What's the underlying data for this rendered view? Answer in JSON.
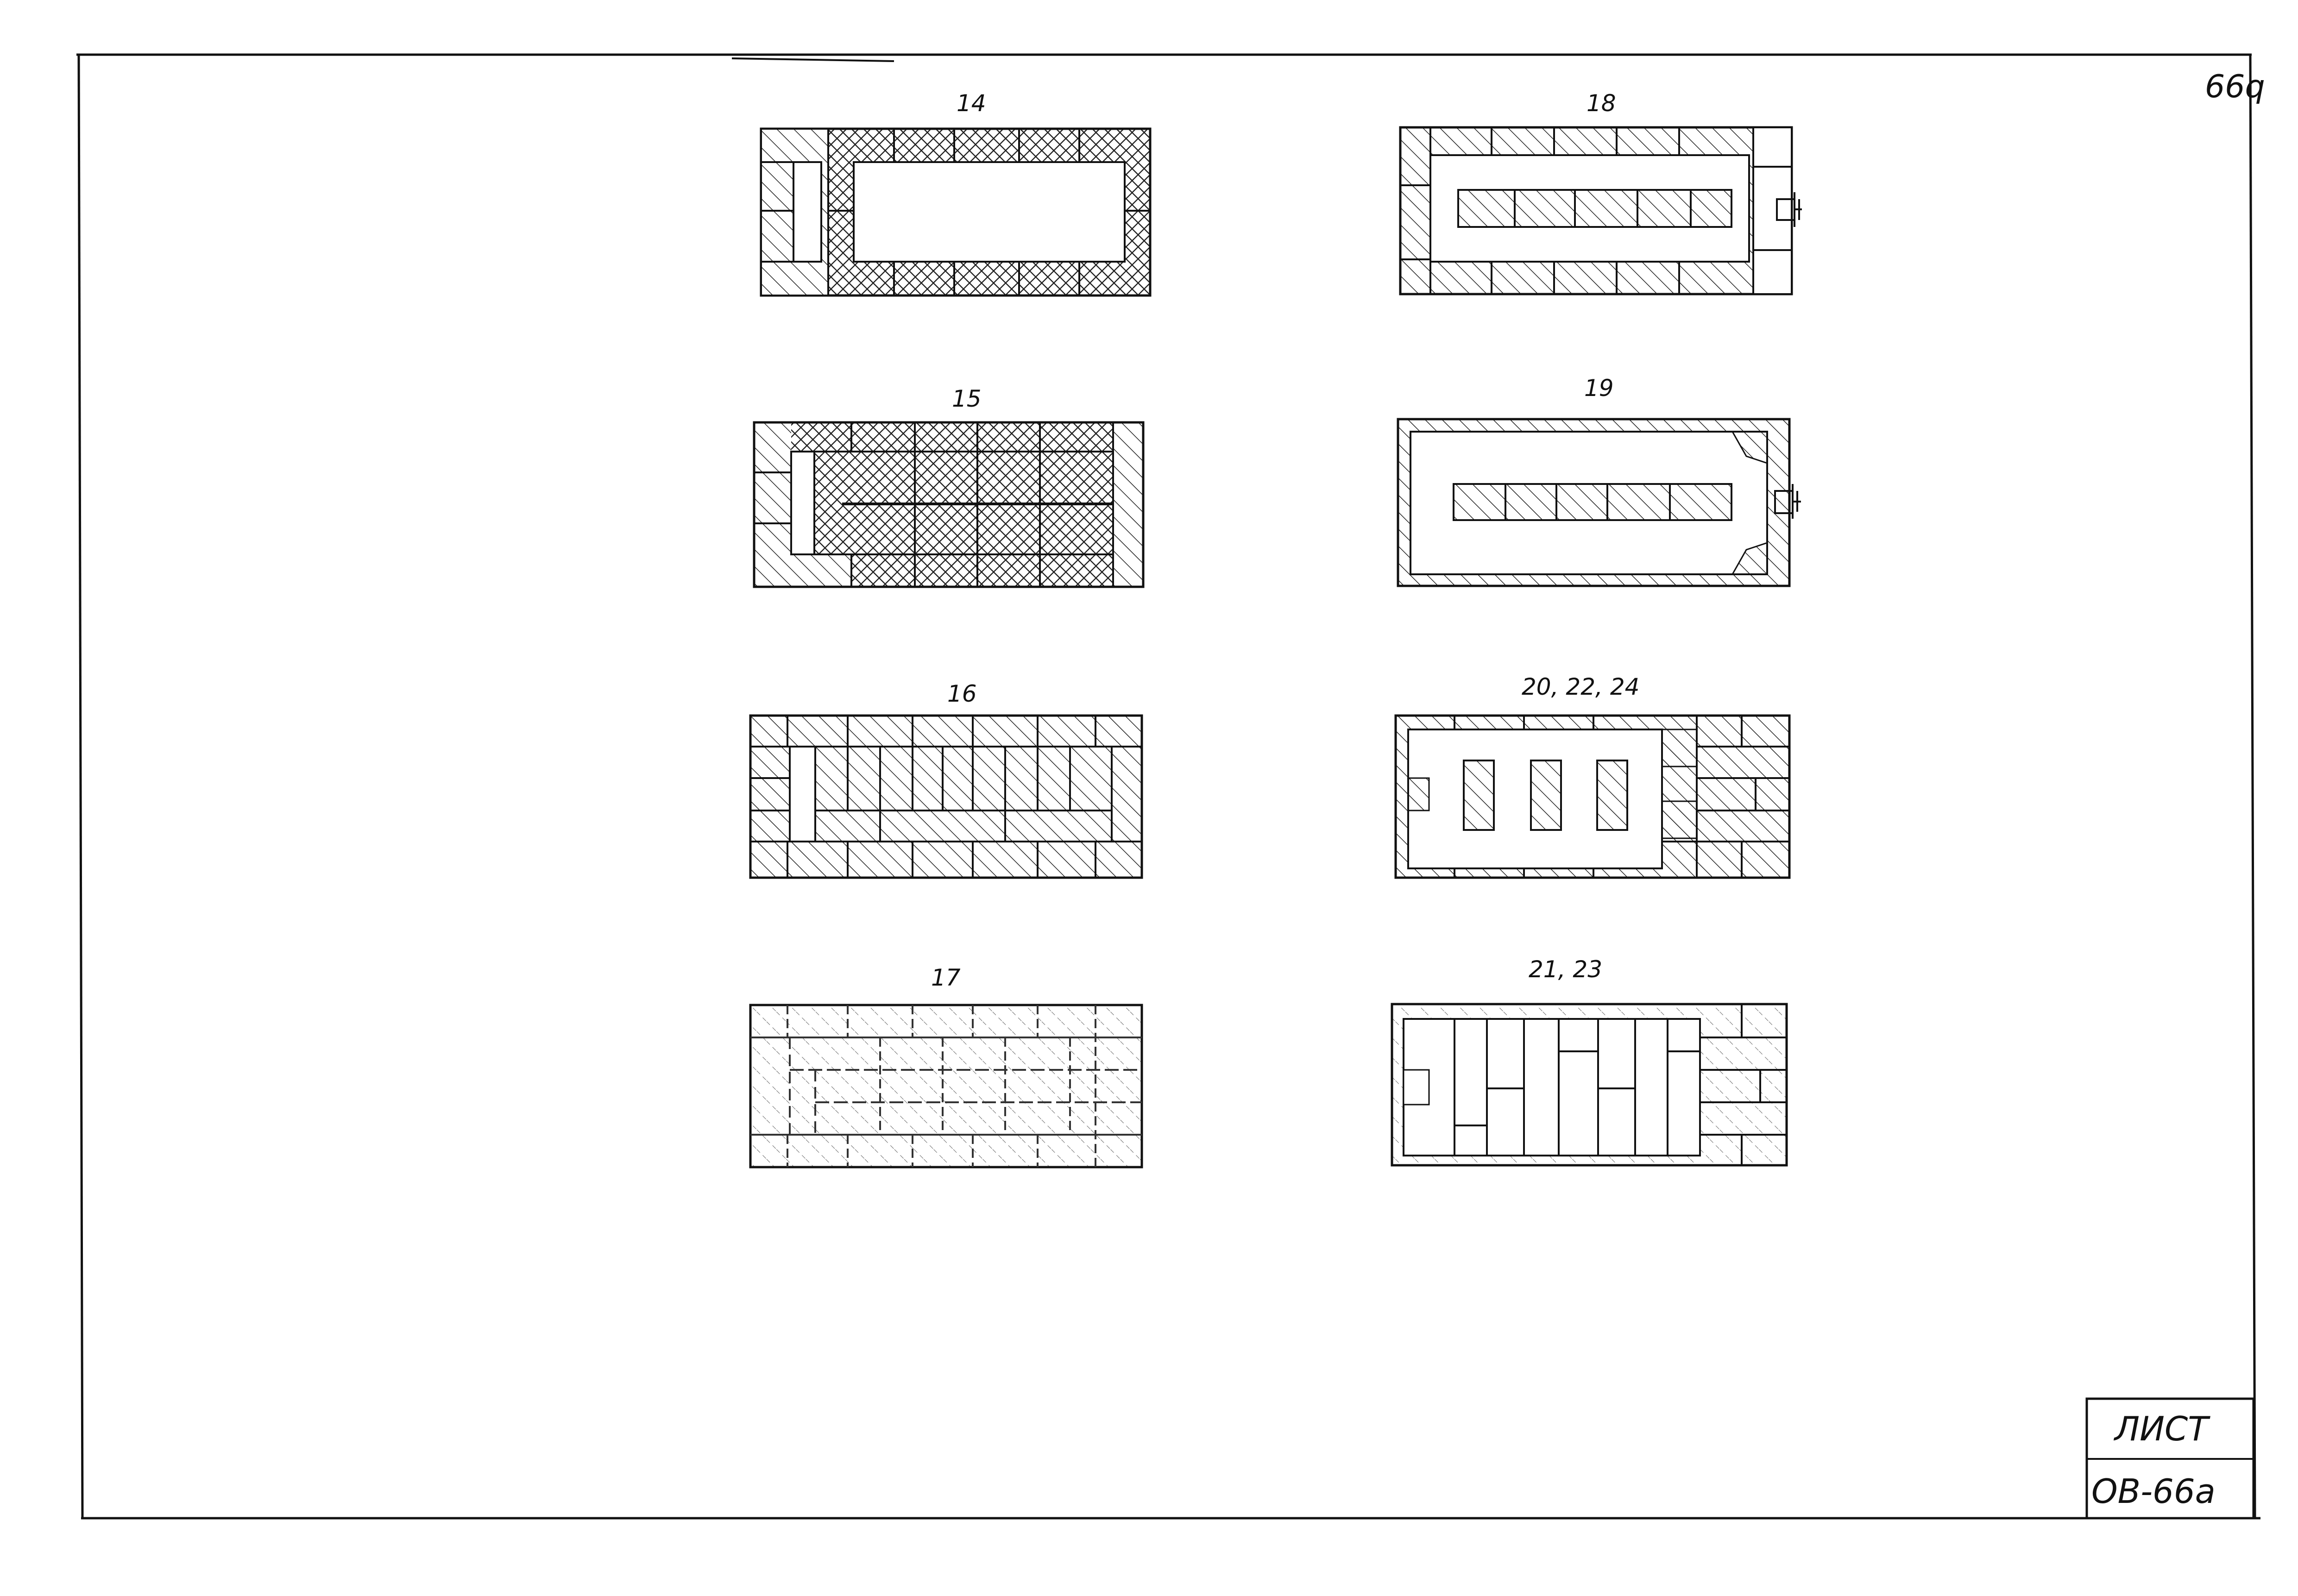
{
  "sheet": {
    "page_number": "66q",
    "stamp": {
      "title": "ЛИСТ",
      "code": "ОВ-66а"
    }
  },
  "plans": [
    {
      "id": "plan-14",
      "label": "14"
    },
    {
      "id": "plan-15",
      "label": "15"
    },
    {
      "id": "plan-16",
      "label": "16"
    },
    {
      "id": "plan-17",
      "label": "17"
    },
    {
      "id": "plan-18",
      "label": "18"
    },
    {
      "id": "plan-19",
      "label": "19"
    },
    {
      "id": "plan-20-22-24",
      "label": "20, 22, 24"
    },
    {
      "id": "plan-21-23",
      "label": "21, 23"
    }
  ]
}
